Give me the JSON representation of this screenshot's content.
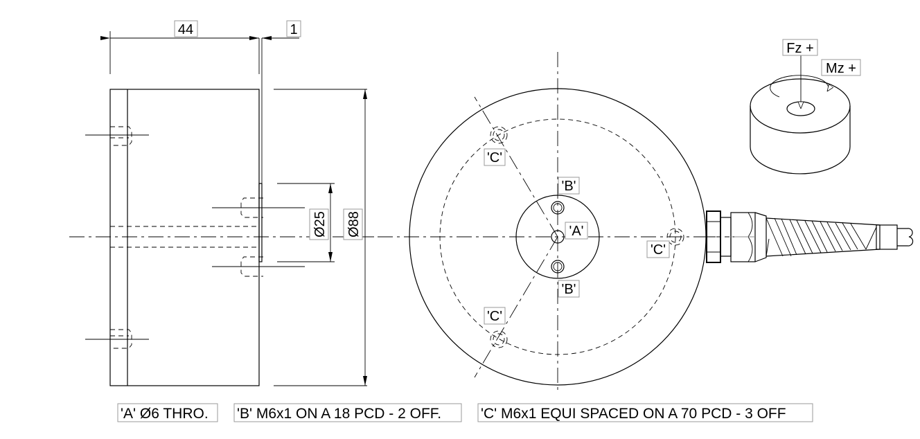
{
  "dimensions": {
    "length": "44",
    "flange": "1",
    "hub_diameter": "Ø25",
    "body_diameter": "Ø88"
  },
  "hole_labels": {
    "c_top": "'C'",
    "b_top": "'B'",
    "a_center": "'A'",
    "c_right": "'C'",
    "b_bottom": "'B'",
    "c_bottom": "'C'"
  },
  "axes": {
    "force": "Fz +",
    "moment": "Mz +"
  },
  "notes": [
    "'A' Ø6 THRO.",
    "'B' M6x1 ON A 18 PCD - 2 OFF.",
    "'C' M6x1 EQUI SPACED ON A 70 PCD - 3 OFF"
  ]
}
